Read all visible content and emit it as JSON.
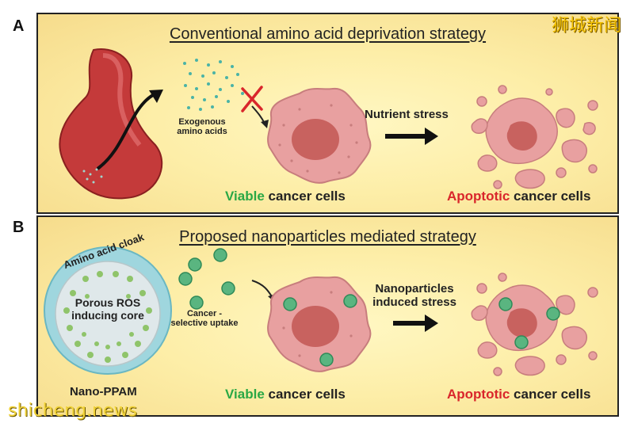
{
  "panel_a": {
    "letter": "A",
    "title": "Conventional amino acid deprivation strategy",
    "exogenous_label_line1": "Exogenous",
    "exogenous_label_line2": "amino acids",
    "arrow_label": "Nutrient stress",
    "viable_word": "Viable",
    "viable_rest": " cancer cells",
    "apoptotic_word": "Apoptotic",
    "apoptotic_rest": " cancer cells"
  },
  "panel_b": {
    "letter": "B",
    "title": "Proposed nanoparticles mediated strategy",
    "cloak_label": "Amino acid cloak",
    "core_label_line1": "Porous ROS",
    "core_label_line2": "inducing core",
    "nano_label": "Nano-PPAM",
    "uptake_line1": "Cancer -",
    "uptake_line2": "selective uptake",
    "arrow_label_line1": "Nanoparticles",
    "arrow_label_line2": "induced stress",
    "viable_word": "Viable",
    "viable_rest": " cancer cells",
    "apoptotic_word": "Apoptotic",
    "apoptotic_rest": " cancer cells"
  },
  "watermark": {
    "top": "狮城新闻",
    "bottom": "shicheng.news"
  },
  "colors": {
    "cell_fill": "#e8a0a0",
    "nucleus": "#c8625f",
    "viable": "#2aa845",
    "apoptotic": "#d9262b",
    "particle": "#5ab580"
  }
}
